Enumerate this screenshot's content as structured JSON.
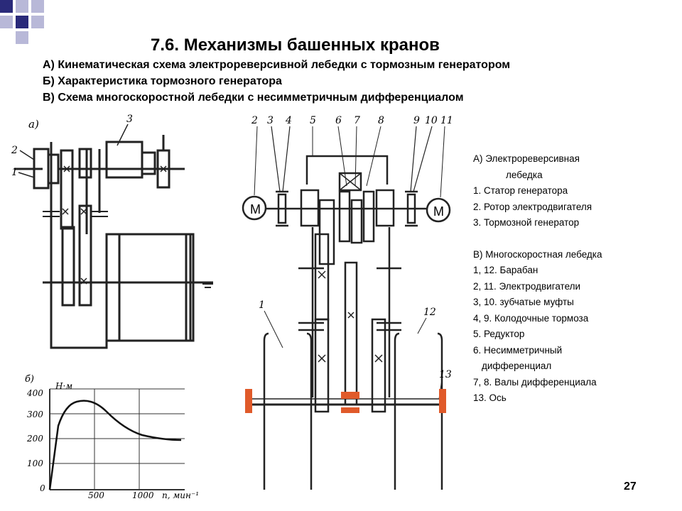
{
  "slide": {
    "title": "7.6. Механизмы башенных кранов",
    "subtitles": [
      "А) Кинематическая схема электрореверсивной лебедки с тормозным генератором",
      "Б) Характеристика тормозного генератора",
      "В) Схема многоскоростной лебедки с несимметричным дифференциалом"
    ],
    "page_number": "27"
  },
  "legend": {
    "section_a_title": "А) Электрореверсивная",
    "section_a_title_cont": "лебедка",
    "section_a_items": [
      "1. Статор генератора",
      "2. Ротор электродвигателя",
      "3. Тормозной генератор"
    ],
    "section_b_title": "В) Многоскоростная лебедка",
    "section_b_items": [
      "1, 12. Барабан",
      "2, 11. Электродвигатели",
      "3, 10. зубчатые муфты",
      "4, 9. Колодочные тормоза",
      "5. Редуктор",
      "6. Несимметричный",
      "дифференциал",
      "7, 8. Валы дифференциала",
      "13. Ось"
    ]
  },
  "diagram_a": {
    "panel_label": "а)",
    "part_labels": [
      "2",
      "1",
      "3"
    ]
  },
  "diagram_b": {
    "panel_label": "б)",
    "y_unit": "Н·м",
    "y_ticks": [
      "400",
      "300",
      "200",
      "100",
      "0"
    ],
    "x_ticks": [
      "500",
      "1000"
    ],
    "x_unit": "n, мин⁻¹"
  },
  "diagram_c": {
    "part_labels": [
      "2",
      "3",
      "4",
      "5",
      "6",
      "7",
      "8",
      "9",
      "10",
      "11",
      "1",
      "12",
      "13"
    ],
    "motor_label": "M"
  },
  "colors": {
    "accent_dark": "#2a2a7a",
    "accent_light": "#b8b8d8",
    "hatch": "#e05a2a"
  }
}
